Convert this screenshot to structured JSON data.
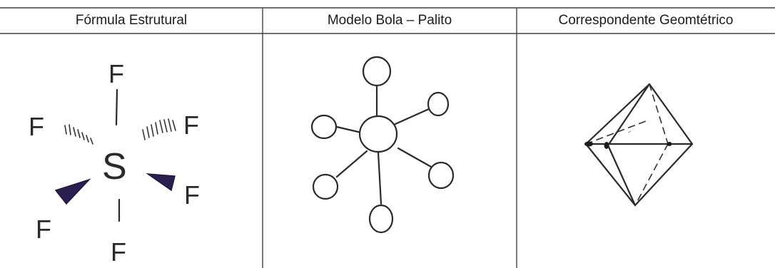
{
  "table": {
    "headers": [
      "Fórmula Estrutural",
      "Modelo Bola – Palito",
      "Correspondente Geomtétrico"
    ]
  },
  "structural_formula": {
    "central_atom": "S",
    "ligands": {
      "top": "F",
      "bottom": "F",
      "upper_left": "F",
      "upper_right": "F",
      "lower_left": "F",
      "lower_right": "F"
    }
  }
}
